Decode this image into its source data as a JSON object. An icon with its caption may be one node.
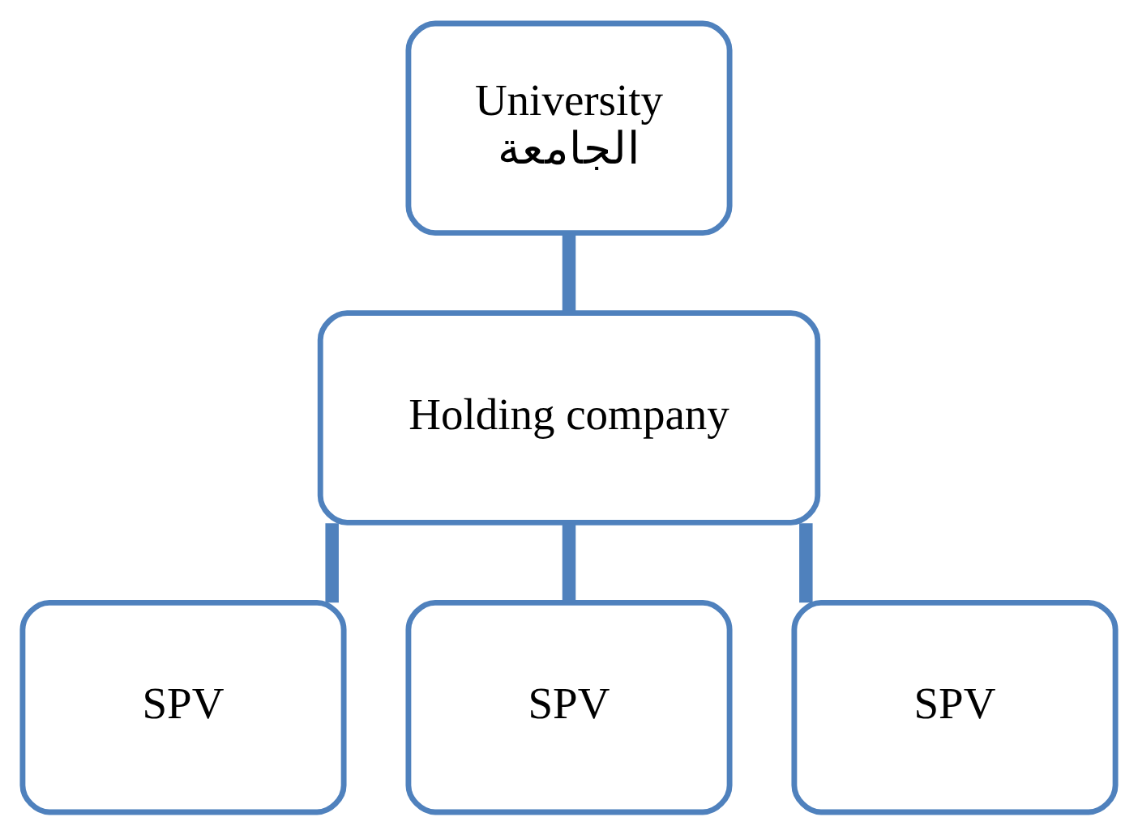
{
  "diagram": {
    "nodes": [
      {
        "text": [
          "University",
          "الجامعة"
        ]
      },
      {
        "text": [
          "Holding company"
        ]
      },
      {
        "text": [
          "SPV"
        ]
      },
      {
        "text": [
          "SPV"
        ]
      },
      {
        "text": [
          "SPV"
        ]
      }
    ],
    "edges": [
      {
        "from": 0,
        "to": 1,
        "arrow": "none"
      },
      {
        "from": 1,
        "to": 2,
        "arrow": "none"
      },
      {
        "from": 1,
        "to": 3,
        "arrow": "none"
      },
      {
        "from": 1,
        "to": 4,
        "arrow": "none"
      }
    ]
  }
}
